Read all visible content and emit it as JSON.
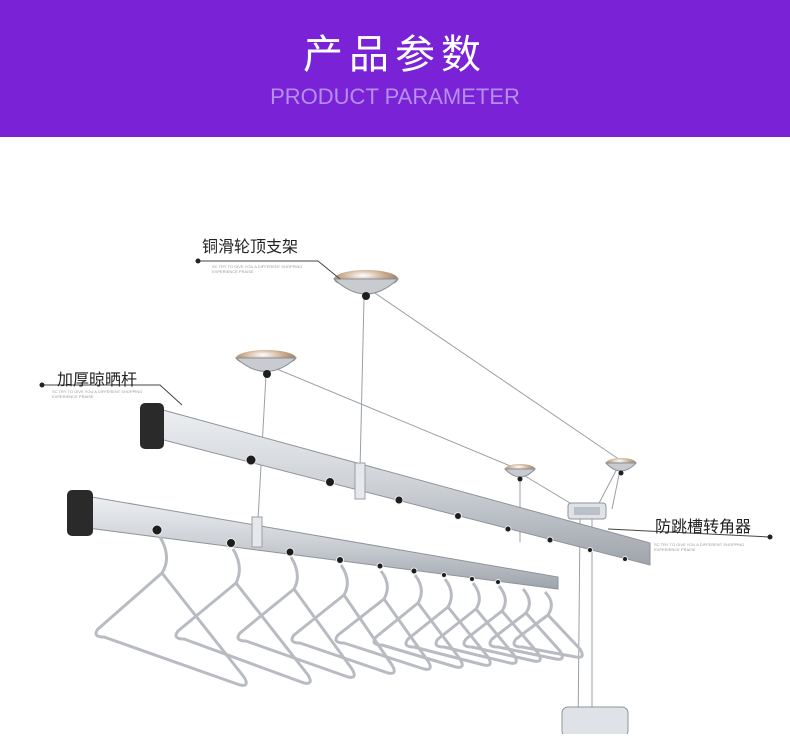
{
  "header": {
    "title": "产品参数",
    "subtitle": "PRODUCT PARAMETER",
    "background": "#7a22d6"
  },
  "callouts": [
    {
      "label": "铜滑轮顶支架",
      "fine_print": "SC TRY TO GIVE YOU A DIFFERENT SHOPPING EXPERIENCE PRAISE"
    },
    {
      "label": "加厚晾晒杆",
      "fine_print": "SC TRY TO GIVE YOU A DIFFERENT SHOPPING EXPERIENCE PRAISE"
    },
    {
      "label": "防跳槽转角器",
      "fine_print": "SC TRY TO GIVE YOU A DIFFERENT SHOPPING EXPERIENCE PRAISE"
    }
  ],
  "colors": {
    "rail": "#cfd3d8",
    "rail_edge": "#8e949b",
    "hanger": "#b8bcc2",
    "end_cap": "#2a2a2a"
  }
}
